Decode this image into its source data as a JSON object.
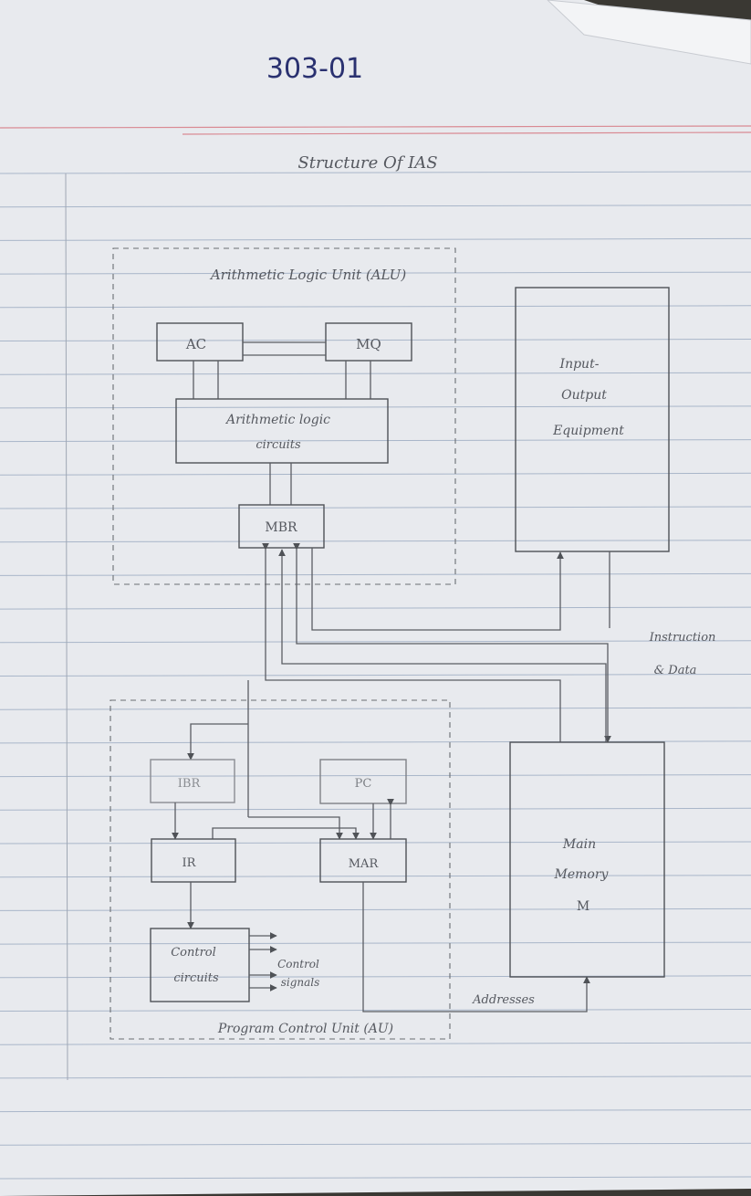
{
  "page_number": "303-01",
  "title": "Structure Of IAS",
  "alu": {
    "label": "Arithmetic Logic Unit (ALU)",
    "ac": "AC",
    "mq": "MQ",
    "circuits_line1": "Arithmetic logic",
    "circuits_line2": "circuits",
    "mbr": "MBR"
  },
  "io": {
    "line1": "Input-",
    "line2": "Output",
    "line3": "Equipment"
  },
  "bus_label": {
    "line1": "Instruction",
    "line2": "& Data"
  },
  "pcu": {
    "label": "Program Control Unit (AU)",
    "ibr": "IBR",
    "pc": "PC",
    "ir": "IR",
    "mar": "MAR",
    "control_line1": "Control",
    "control_line2": "circuits",
    "signals_line1": "Control",
    "signals_line2": "signals"
  },
  "memory": {
    "line1": "Main",
    "line2": "Memory",
    "line3": "M"
  },
  "addresses_label": "Addresses",
  "colors": {
    "paper": "#e8eaee",
    "pencil": "#55585f",
    "ink": "#2a3170",
    "rule": "#a9b6c9",
    "margin_rule": "#d98a93"
  }
}
